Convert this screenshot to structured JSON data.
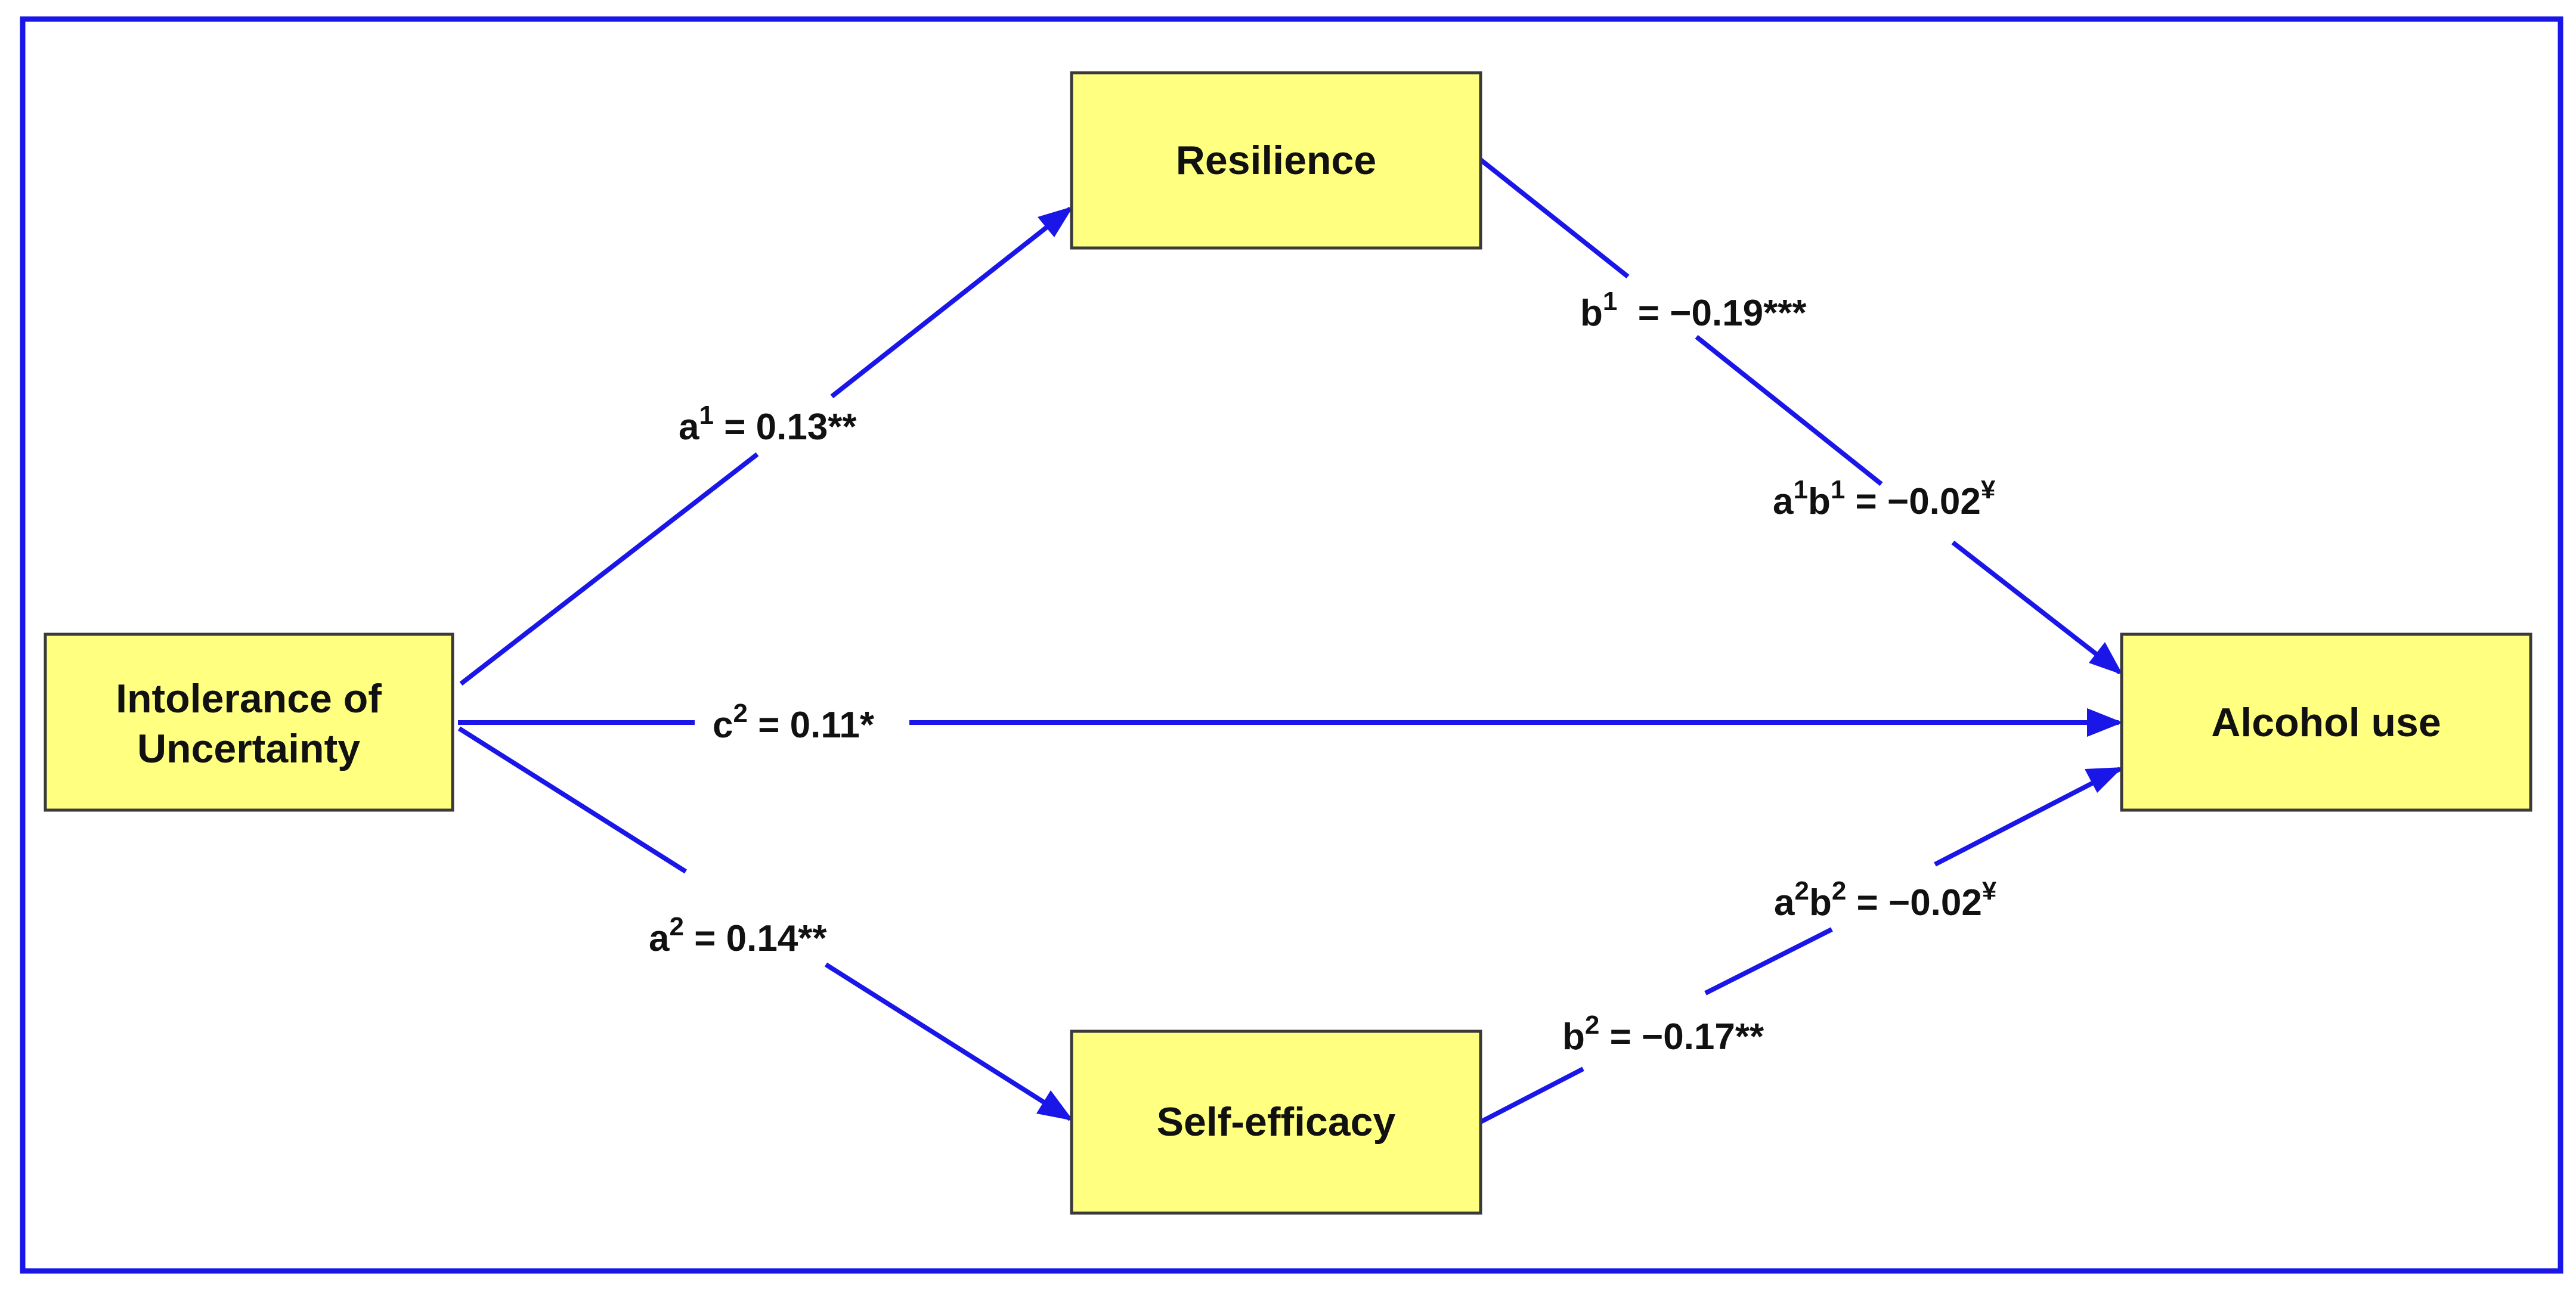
{
  "colors": {
    "frame": "#1a16e8",
    "arrow": "#1a16e8",
    "node_fill": "#ffff80",
    "node_border": "#3a3a3a",
    "text": "#111111"
  },
  "nodes": {
    "intolerance": {
      "line1": "Intolerance of",
      "line2": "Uncertainty"
    },
    "resilience": {
      "label": "Resilience"
    },
    "self_efficacy": {
      "label": "Self-efficacy"
    },
    "alcohol": {
      "label": "Alcohol use"
    }
  },
  "paths": {
    "a1": {
      "base": "a",
      "sup": "1",
      "value": " = 0.13**"
    },
    "a2": {
      "base": "a",
      "sup": "2",
      "value": " = 0.14**"
    },
    "b1": {
      "base": "b",
      "sup": "1",
      "value": "  = −0.19***"
    },
    "b2": {
      "base": "b",
      "sup": "2",
      "value": " = −0.17**"
    },
    "c2": {
      "base": "c",
      "sup": "2",
      "value": " = 0.11*"
    },
    "a1b1": {
      "base1": "a",
      "sup1": "1",
      "base2": "b",
      "sup2": "1",
      "value": " = −0.02",
      "mark": "¥"
    },
    "a2b2": {
      "base1": "a",
      "sup1": "2",
      "base2": "b",
      "sup2": "2",
      "value": " = −0.02",
      "mark": "¥"
    }
  }
}
